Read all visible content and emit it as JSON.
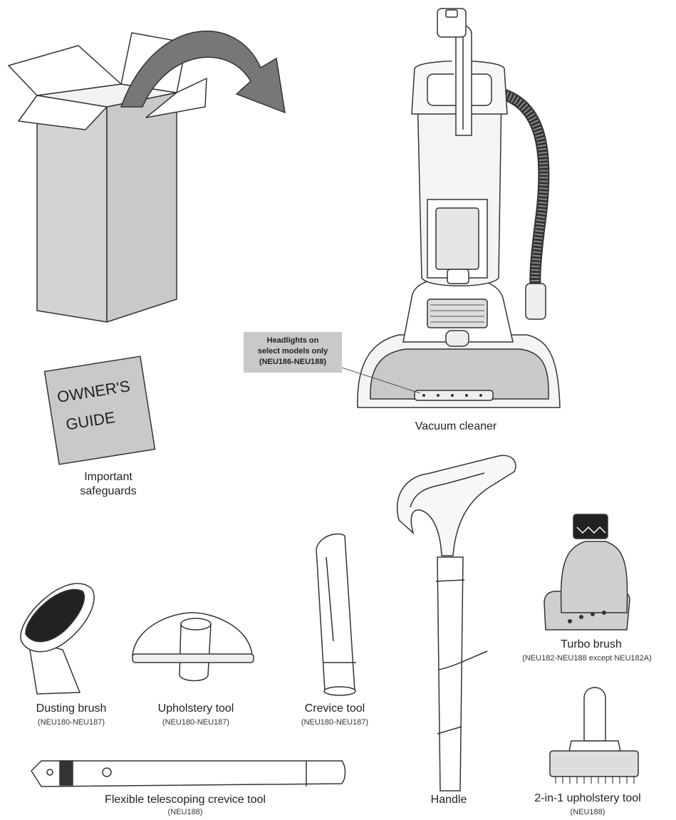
{
  "guide_cover": {
    "line1": "OWNER'S",
    "line2": "GUIDE"
  },
  "callout": {
    "line1": "Headlights on",
    "line2": "select models only",
    "line3": "(NEU186-NEU188)"
  },
  "items": {
    "vacuum": {
      "name": "Vacuum cleaner"
    },
    "safeguards": {
      "line1": "Important",
      "line2": "safeguards"
    },
    "turbo_brush": {
      "name": "Turbo brush",
      "models": "(NEU182-NEU188 except NEU182A)"
    },
    "dusting_brush": {
      "name": "Dusting brush",
      "models": "(NEU180-NEU187)"
    },
    "upholstery_tool": {
      "name": "Upholstery tool",
      "models": "(NEU180-NEU187)"
    },
    "crevice_tool": {
      "name": "Crevice tool",
      "models": "(NEU180-NEU187)"
    },
    "flexible_crevice": {
      "name": "Flexible telescoping crevice tool",
      "models": "(NEU188)"
    },
    "handle": {
      "name": "Handle"
    },
    "upholstery_2in1": {
      "name": "2-in-1 upholstery tool",
      "models": "(NEU188)"
    }
  }
}
